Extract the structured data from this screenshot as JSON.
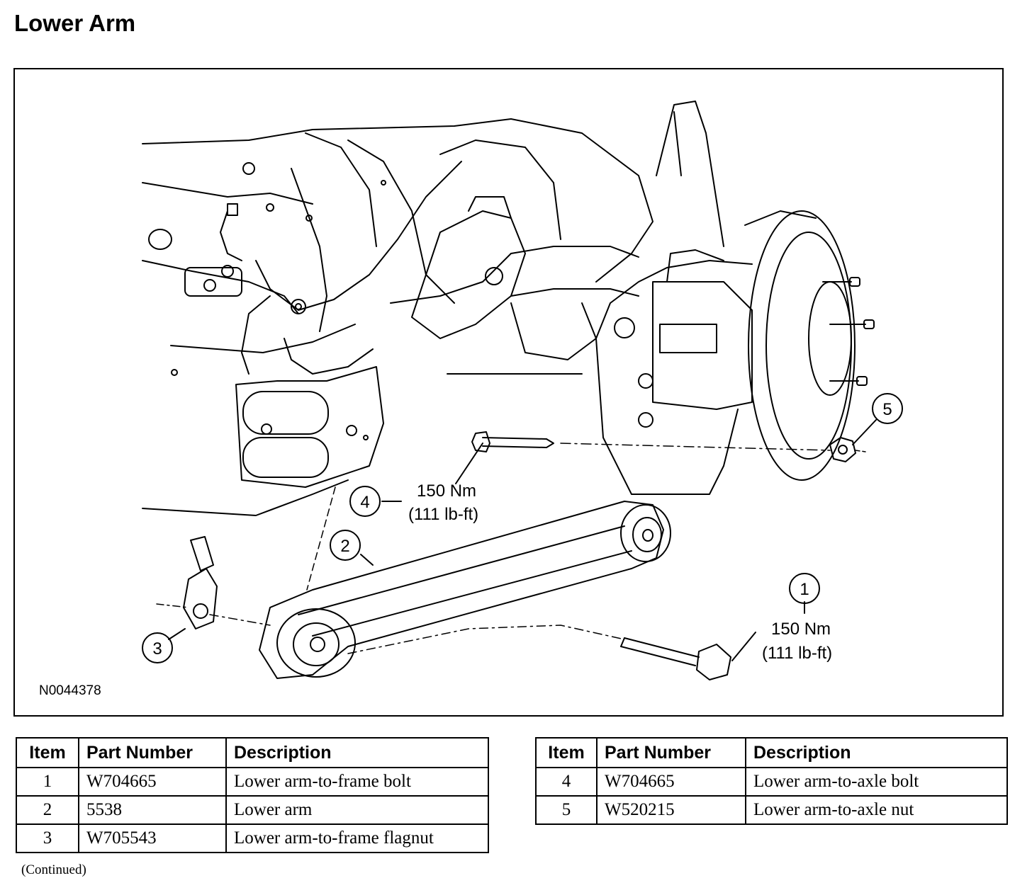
{
  "page": {
    "title": "Lower Arm",
    "continued_note": "(Continued)"
  },
  "figure": {
    "figure_id": "N0044378",
    "callouts": [
      {
        "number": "1",
        "torque_nm": "150 Nm",
        "torque_lbft": "(111 lb-ft)"
      },
      {
        "number": "2"
      },
      {
        "number": "3"
      },
      {
        "number": "4",
        "torque_nm": "150 Nm",
        "torque_lbft": "(111 lb-ft)"
      },
      {
        "number": "5"
      }
    ]
  },
  "parts_table": {
    "headers": {
      "item": "Item",
      "part_number": "Part Number",
      "description": "Description"
    },
    "left_rows": [
      {
        "item": "1",
        "part_number": "W704665",
        "description": "Lower arm-to-frame bolt"
      },
      {
        "item": "2",
        "part_number": "5538",
        "description": "Lower arm"
      },
      {
        "item": "3",
        "part_number": "W705543",
        "description": "Lower arm-to-frame flagnut"
      }
    ],
    "right_rows": [
      {
        "item": "4",
        "part_number": "W704665",
        "description": "Lower arm-to-axle bolt"
      },
      {
        "item": "5",
        "part_number": "W520215",
        "description": "Lower arm-to-axle nut"
      }
    ]
  }
}
